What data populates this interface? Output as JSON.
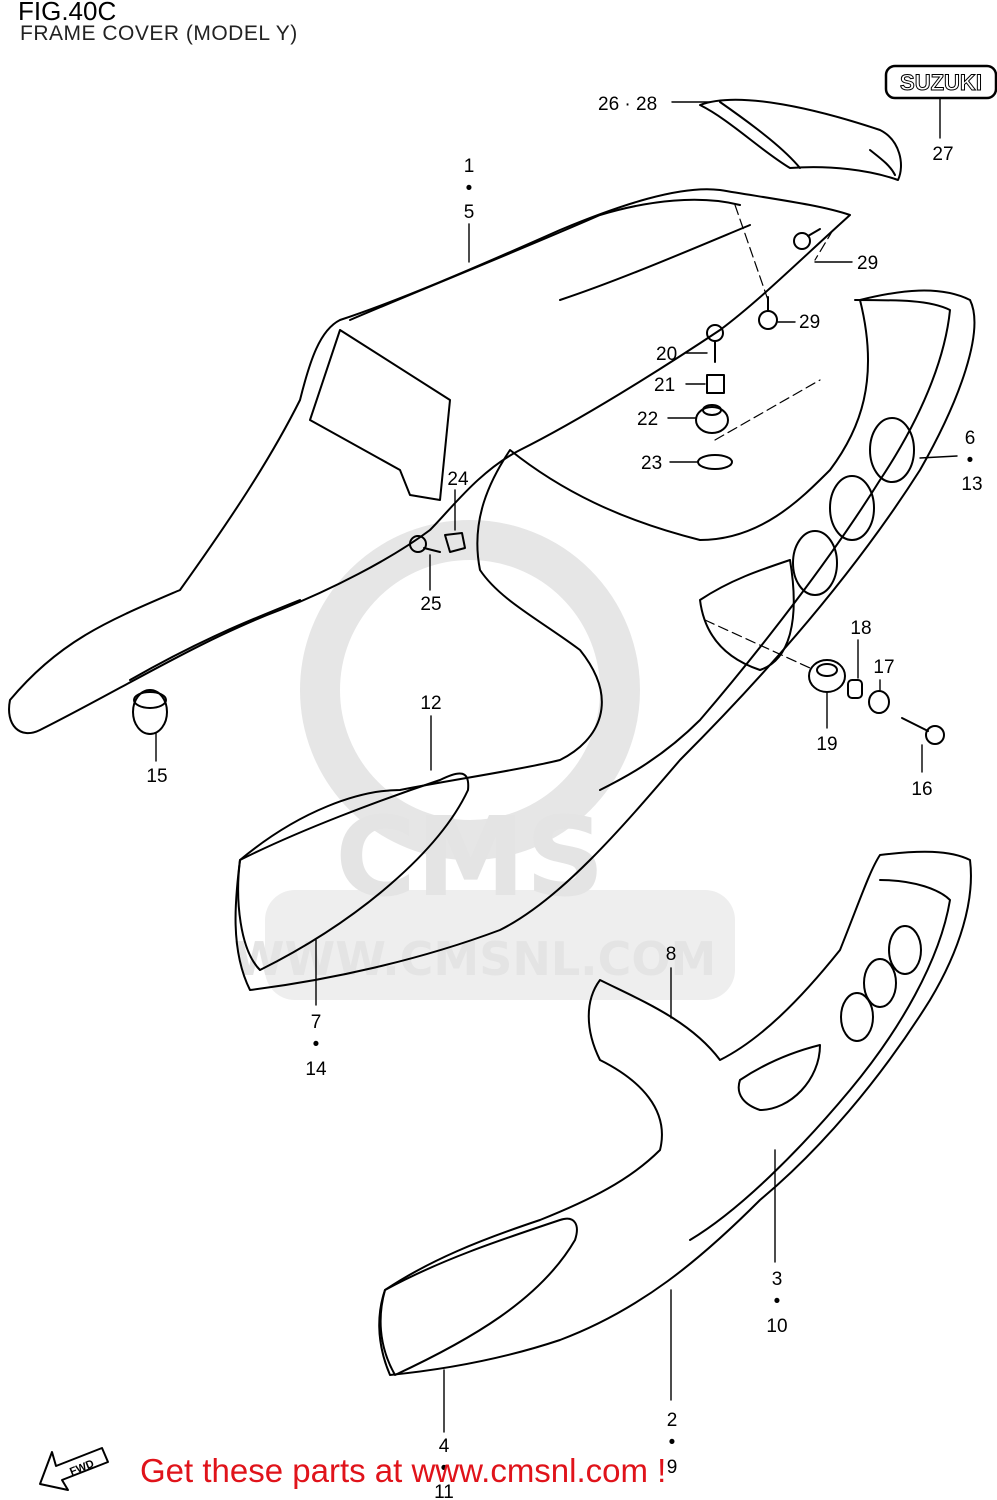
{
  "header": {
    "fig_label": "FIG.40C",
    "subtitle": "FRAME COVER (MODEL Y)"
  },
  "brand_badge": "SUZUKI",
  "fwd_label": "FWD",
  "watermark": {
    "logo_text": "CMS",
    "site_text": "WWW.CMSNL.COM"
  },
  "callouts": {
    "c1": [
      "1",
      "•",
      "5"
    ],
    "c2": [
      "26 · 28"
    ],
    "c3": [
      "27"
    ],
    "c4": [
      "29"
    ],
    "c5": [
      "29"
    ],
    "c6": [
      "20"
    ],
    "c7": [
      "21"
    ],
    "c8": [
      "22"
    ],
    "c9": [
      "23"
    ],
    "c10": [
      "6",
      "•",
      "13"
    ],
    "c11": [
      "24"
    ],
    "c12": [
      "25"
    ],
    "c13": [
      "18"
    ],
    "c14": [
      "17"
    ],
    "c15": [
      "19"
    ],
    "c16": [
      "16"
    ],
    "c17": [
      "15"
    ],
    "c18": [
      "12"
    ],
    "c19": [
      "7",
      "•",
      "14"
    ],
    "c20": [
      "8"
    ],
    "c21": [
      "3",
      "•",
      "10"
    ],
    "c22": [
      "2",
      "•",
      "9"
    ],
    "c23": [
      "4",
      "•",
      "11"
    ]
  },
  "footer_text": "Get these parts at www.cmsnl.com !"
}
